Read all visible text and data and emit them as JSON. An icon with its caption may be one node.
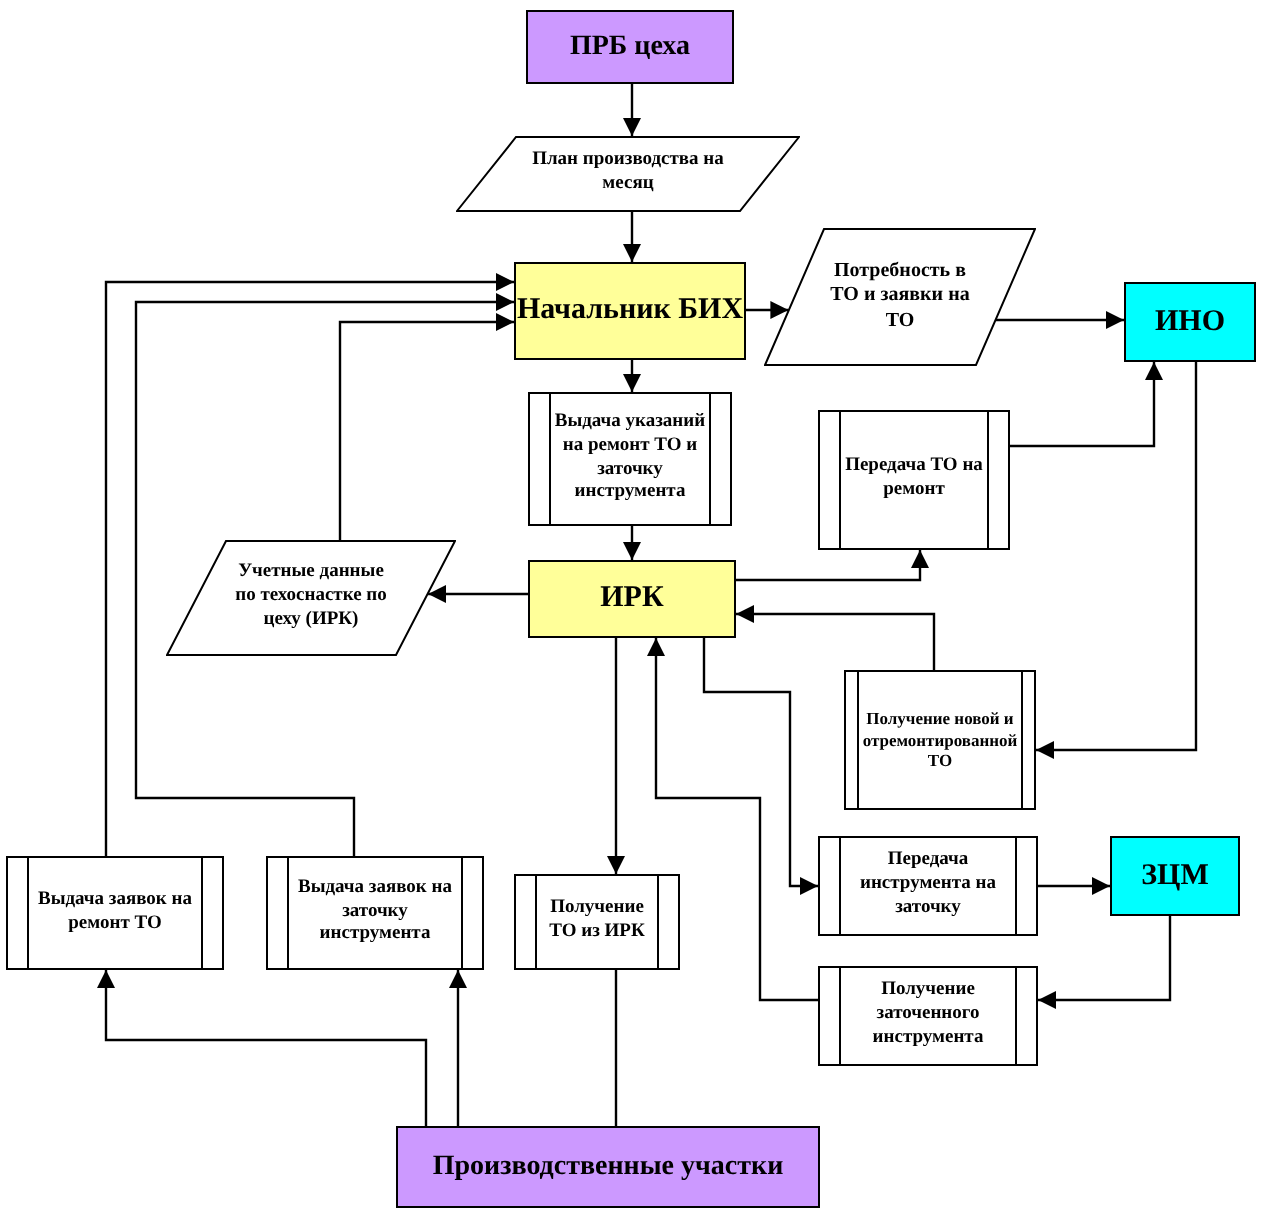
{
  "diagram": {
    "nodes": [
      {
        "text": [
          "ПРБ цеха"
        ]
      },
      {
        "text": [
          "План производства на месяц"
        ]
      },
      {
        "text": [
          "Начальник БИХ"
        ]
      },
      {
        "text": [
          "Потребность в ТО и заявки на ТО"
        ]
      },
      {
        "text": [
          "ИНО"
        ]
      },
      {
        "text": [
          "Выдача указаний на ремонт ТО и заточку инструмента"
        ]
      },
      {
        "text": [
          "Передача ТО на ремонт"
        ]
      },
      {
        "text": [
          "Учетные данные по техоснастке по цеху (ИРК)"
        ]
      },
      {
        "text": [
          "ИРК"
        ]
      },
      {
        "text": [
          "Получение новой и отремонтированной ТО"
        ]
      },
      {
        "text": [
          "Выдача заявок на ремонт ТО"
        ]
      },
      {
        "text": [
          "Выдача заявок на заточку инструмента"
        ]
      },
      {
        "text": [
          "Получение ТО из ИРК"
        ]
      },
      {
        "text": [
          "Передача инструмента на заточку"
        ]
      },
      {
        "text": [
          "ЗЦМ"
        ]
      },
      {
        "text": [
          "Получение заточенного инструмента"
        ]
      },
      {
        "text": [
          "Производственные участки"
        ]
      }
    ],
    "edges": [
      {
        "from": 0,
        "to": 1,
        "arrow": "to"
      },
      {
        "from": 1,
        "to": 2,
        "arrow": "to"
      },
      {
        "from": 2,
        "to": 3,
        "arrow": "to"
      },
      {
        "from": 3,
        "to": 4,
        "arrow": "to"
      },
      {
        "from": 2,
        "to": 5,
        "arrow": "to"
      },
      {
        "from": 5,
        "to": 8,
        "arrow": "to"
      },
      {
        "from": 8,
        "to": 7,
        "arrow": "to"
      },
      {
        "from": 7,
        "to": 2,
        "arrow": "to"
      },
      {
        "from": 10,
        "to": 2,
        "arrow": "to"
      },
      {
        "from": 11,
        "to": 2,
        "arrow": "to"
      },
      {
        "from": 6,
        "to": 4,
        "arrow": "to"
      },
      {
        "from": 4,
        "to": 9,
        "arrow": "to"
      },
      {
        "from": 8,
        "to": 6,
        "arrow": "to"
      },
      {
        "from": 9,
        "to": 8,
        "arrow": "to"
      },
      {
        "from": 8,
        "to": 12,
        "arrow": "to"
      },
      {
        "from": 12,
        "to": 16,
        "arrow": "none"
      },
      {
        "from": 15,
        "to": 8,
        "arrow": "to"
      },
      {
        "from": 8,
        "to": 13,
        "arrow": "to"
      },
      {
        "from": 13,
        "to": 14,
        "arrow": "to"
      },
      {
        "from": 14,
        "to": 15,
        "arrow": "to"
      },
      {
        "from": 16,
        "to": 10,
        "arrow": "to"
      },
      {
        "from": 16,
        "to": 11,
        "arrow": "to"
      }
    ]
  }
}
